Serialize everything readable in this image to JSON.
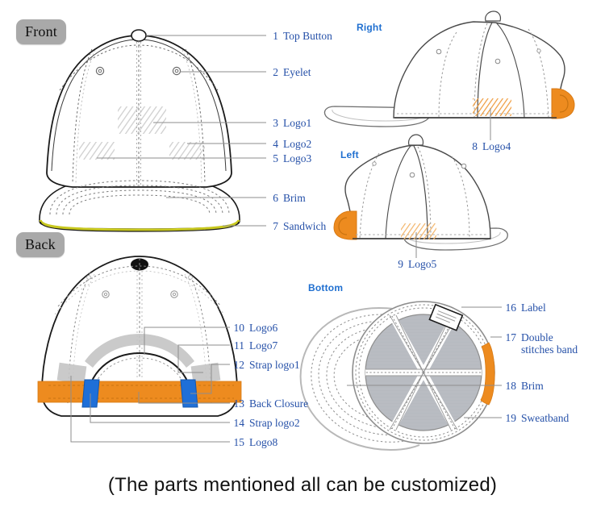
{
  "diagram": {
    "title_caption": "(The parts mentioned all can be customized)",
    "views": {
      "front": "Front",
      "back": "Back",
      "right": "Right",
      "left": "Left",
      "bottom": "Bottom"
    },
    "colors": {
      "label_blue": "#2550a8",
      "view_caption_blue": "#1f6fd0",
      "badge_gray": "#a9a9a9",
      "strap_orange": "#ed8b1f",
      "strap_tab_blue": "#1f6fd8",
      "sandwich_yellow": "#c8c81e",
      "logo_hatch_gray": "#c9c9c9",
      "logo_hatch_orange": "#f0a44b",
      "panel_gray": "#b9bcc2",
      "leader_line": "#8e8e8e",
      "outline": "#1a1a1a"
    },
    "parts": [
      {
        "num": "1",
        "label": "Top Button",
        "view": "front"
      },
      {
        "num": "2",
        "label": "Eyelet",
        "view": "front"
      },
      {
        "num": "3",
        "label": "Logo1",
        "view": "front"
      },
      {
        "num": "4",
        "label": "Logo2",
        "view": "front"
      },
      {
        "num": "5",
        "label": "Logo3",
        "view": "front"
      },
      {
        "num": "6",
        "label": "Brim",
        "view": "front"
      },
      {
        "num": "7",
        "label": "Sandwich",
        "view": "front"
      },
      {
        "num": "8",
        "label": "Logo4",
        "view": "right"
      },
      {
        "num": "9",
        "label": "Logo5",
        "view": "left"
      },
      {
        "num": "10",
        "label": "Logo6",
        "view": "back"
      },
      {
        "num": "11",
        "label": "Logo7",
        "view": "back"
      },
      {
        "num": "12",
        "label": "Strap logo1",
        "view": "back"
      },
      {
        "num": "13",
        "label": "Back Closure",
        "view": "back"
      },
      {
        "num": "14",
        "label": "Strap logo2",
        "view": "back"
      },
      {
        "num": "15",
        "label": "Logo8",
        "view": "back"
      },
      {
        "num": "16",
        "label": "Label",
        "view": "bottom"
      },
      {
        "num": "17",
        "label": "Double",
        "label_line2": "stitches band",
        "view": "bottom"
      },
      {
        "num": "18",
        "label": "Brim",
        "view": "bottom"
      },
      {
        "num": "19",
        "label": "Sweatband",
        "view": "bottom"
      }
    ]
  }
}
